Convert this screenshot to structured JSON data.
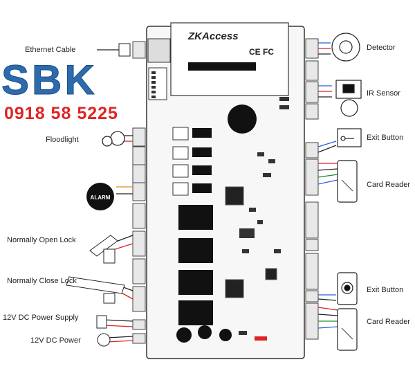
{
  "watermark": {
    "logo_text": "SBK",
    "phone": "0918 58 5225",
    "logo_color": "#1a5fa8",
    "phone_color": "#e02424"
  },
  "board": {
    "brand": "ZKAccess",
    "cert": "CE FC"
  },
  "left_labels": {
    "ethernet": "Ethernet Cable",
    "floodlight": "Floodlight",
    "alarm": "ALARM",
    "normally_open": "Normally Open Lock",
    "normally_close": "Normally Close Lock",
    "dc_supply": "12V DC Power Supply",
    "dc_power": "12V DC Power"
  },
  "right_labels": {
    "detector": "Detector",
    "ir_sensor": "IR Sensor",
    "exit_button_1": "Exit Button",
    "card_reader_1": "Card Reader",
    "exit_button_2": "Exit Button",
    "card_reader_2": "Card Reader"
  },
  "colors": {
    "wire_red": "#d22",
    "wire_blue": "#2a5bd7",
    "wire_black": "#222",
    "wire_green": "#1a8a2a",
    "wire_orange": "#e08a1e"
  }
}
